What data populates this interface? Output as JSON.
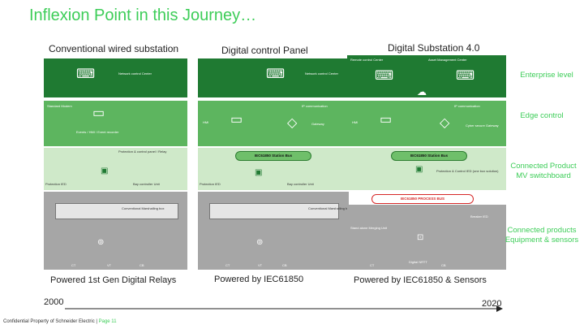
{
  "title": "Inflexion Point in this Journey…",
  "columns": [
    {
      "title": "Conventional wired substation",
      "powered": "Powered 1st Gen Digital Relays"
    },
    {
      "title": "Digital control Panel",
      "powered": "Powered by IEC61850"
    },
    {
      "title": "Digital Substation 4.0",
      "powered": "Powered by IEC61850 & Sensors"
    }
  ],
  "levels": {
    "enterprise": "Enterprise level",
    "edge": "Edge control",
    "product_mv": "Connected Product MV switchboard",
    "products_eq": "Connected products Equipment & sensors"
  },
  "years": {
    "start": "2000",
    "end": "2020"
  },
  "footer": {
    "text": "Confidential Property of Schneider Electric |",
    "page": "Page 11"
  },
  "diagram_labels": {
    "network_control_center": "Network control Center",
    "network_control_center_2": "Network control Center",
    "remote_control_center": "Remote control Center",
    "asset_mgmt_center": "Asset Management Center",
    "standard_modem": "Standard Modem",
    "ip_communication": "IP communication",
    "ip_communication_2": "IP communication",
    "hmi": "HMI",
    "hmi_2": "HMI",
    "gateway": "Gateway",
    "cyber_secure_gateway": "Cyber secure Gateway",
    "bay_event": "Events / HMI / Event recorder",
    "protection_control_panel": "Protection & control panel / Relay",
    "iec_station_bus": "IEC61850 Station Bus",
    "iec_station_bus_2": "IEC61850 Station Bus",
    "protection_ied": "Protection IED",
    "protection_ied_2": "Protection IED",
    "bay_controller_unit": "Bay controller Unit",
    "bay_controller_unit_2": "Bay controller Unit",
    "protection_control_ied": "Protection & Control IED (one box solution)",
    "process_bus": "IEC61850 PROCESS BUS",
    "conv_marshalling": "Conventional Marshalling box",
    "conv_marshalling_2": "Conventional Marshalling box",
    "stand_alone_merging": "Stand alone Merging Unit",
    "breaker_ied": "Breaker IED",
    "digital_nrtt": "Digital NRTT",
    "ct": "CT",
    "vt": "VT",
    "cb": "CB",
    "ct2": "CT",
    "vt2": "VT",
    "cb2": "CB",
    "cts": "CT",
    "cbs": "CB"
  },
  "colors": {
    "brand_green": "#3dcd58",
    "dark_green": "#1f7a32",
    "process_bus_red": "#d62828"
  },
  "icons": [
    "computer-network-icon",
    "modem-icon",
    "workstation-icon",
    "gateway-icon",
    "relay-icon",
    "breaker-icon",
    "current-transformer-icon",
    "voltage-transformer-icon",
    "cloud-icon"
  ]
}
